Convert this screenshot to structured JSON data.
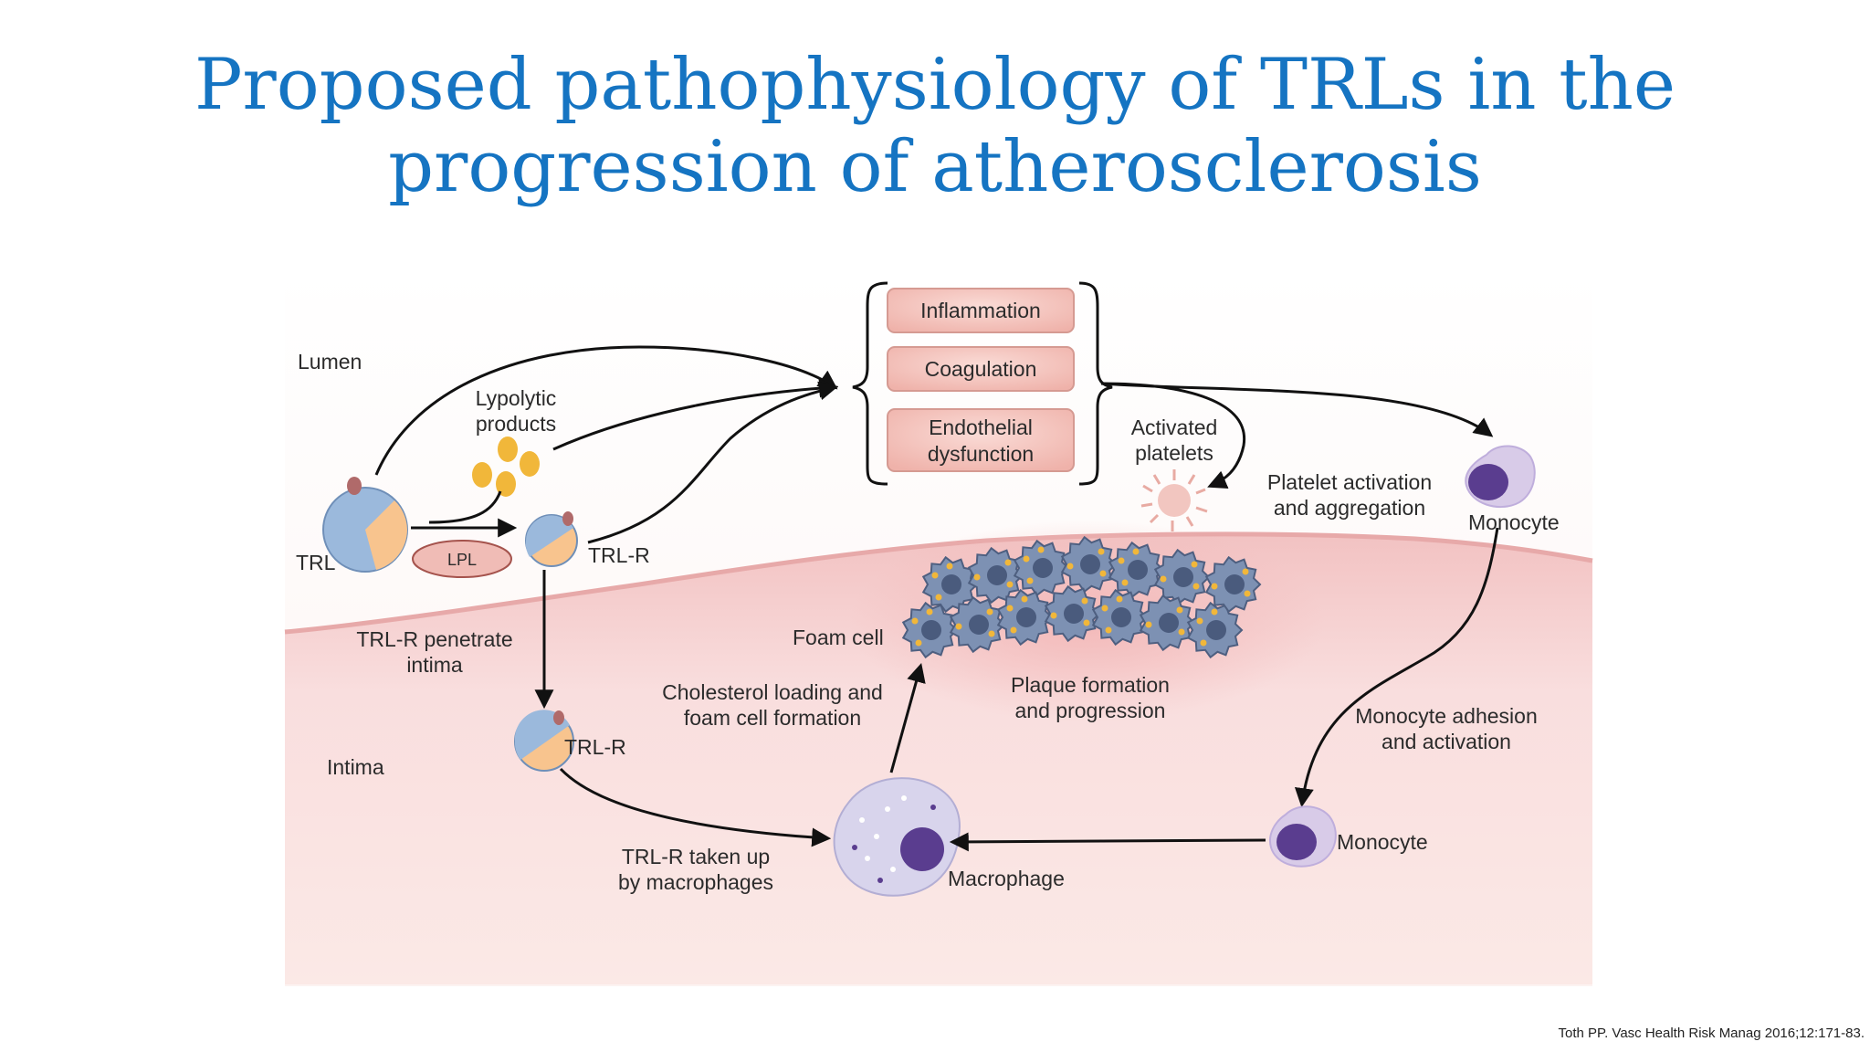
{
  "slide": {
    "title_line1": "Proposed pathophysiology of TRLs in the",
    "title_line2": "progression of atherosclerosis",
    "citation": "Toth PP. Vasc Health Risk Manag 2016;12:171-83."
  },
  "diagram": {
    "regions": {
      "lumen": "Lumen",
      "intima": "Intima"
    },
    "effects_boxes": [
      "Inflammation",
      "Coagulation",
      "Endothelial",
      "dysfunction"
    ],
    "labels": {
      "lypolytic_1": "Lypolytic",
      "lypolytic_2": "products",
      "trl": "TRL",
      "lpl": "LPL",
      "trl_r_top": "TRL-R",
      "trl_r_mid": "TRL-R",
      "penetrate_1": "TRL-R penetrate",
      "penetrate_2": "intima",
      "activated_1": "Activated",
      "activated_2": "platelets",
      "platelet_act_1": "Platelet activation",
      "platelet_act_2": "and aggregation",
      "monocyte_top": "Monocyte",
      "foam_cell": "Foam cell",
      "chol_1": "Cholesterol loading and",
      "chol_2": "foam cell formation",
      "plaque_1": "Plaque formation",
      "plaque_2": "and progression",
      "mono_adh_1": "Monocyte adhesion",
      "mono_adh_2": "and activation",
      "monocyte_bottom": "Monocyte",
      "taken_1": "TRL-R taken up",
      "taken_2": "by macrophages",
      "macrophage": "Macrophage"
    },
    "colors": {
      "title": "#1574c2",
      "box_fill": "#f4c6c0",
      "trl_blue": "#9bb9dc",
      "trl_orange": "#f8c48e",
      "lipid_dot": "#f1b73a",
      "monocyte_nucleus": "#5a3d8f",
      "tissue": "#f9dfdc"
    }
  }
}
